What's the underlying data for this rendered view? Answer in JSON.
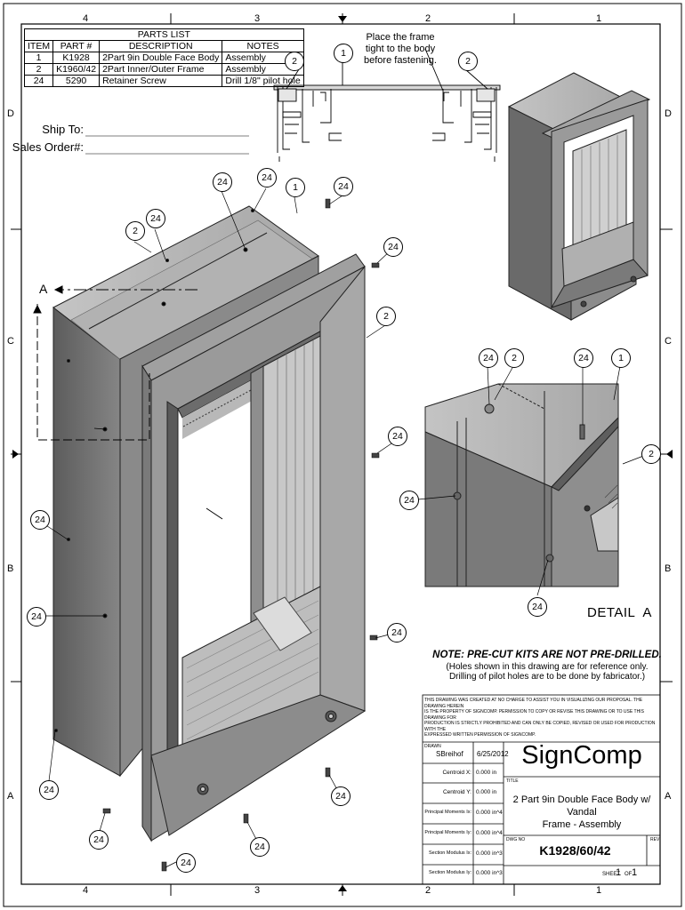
{
  "border": {
    "col_labels": [
      "4",
      "3",
      "2",
      "1"
    ],
    "row_labels": [
      "D",
      "C",
      "B",
      "A"
    ]
  },
  "parts_list": {
    "title": "PARTS LIST",
    "headers": [
      "ITEM",
      "PART #",
      "DESCRIPTION",
      "NOTES"
    ],
    "rows": [
      [
        "1",
        "K1928",
        "2Part 9in Double Face Body",
        "Assembly"
      ],
      [
        "2",
        "K1960/42",
        "2Part Inner/Outer Frame",
        "Assembly"
      ],
      [
        "24",
        "5290",
        "Retainer Screw",
        "Drill 1/8\" pilot hole"
      ]
    ]
  },
  "ship_to_label": "Ship To:",
  "sales_order_label": "Sales Order#:",
  "section_note": {
    "line1": "Place the frame",
    "line2": "tight to the body",
    "line3": "before fastening."
  },
  "section_marker": "A",
  "callouts": {
    "one": "1",
    "two": "2",
    "screw": "24"
  },
  "detail_label": "DETAIL  A",
  "note": {
    "heading": "NOTE: PRE-CUT KITS ARE NOT PRE-DRILLED.",
    "line1": "(Holes shown in this drawing are for reference only.",
    "line2": "Drilling of pilot holes are to be done by fabricator.)"
  },
  "title_block": {
    "disclaimer": [
      "THIS DRAWING WAS CREATED AT NO CHARGE TO ASSIST YOU IN VISUALIZING OUR PROPOSAL.  THE DRAWING HEREIN",
      "IS THE PROPERTY OF SIGNCOMP.  PERMISSION TO COPY OR REVISE THIS DRAWING OR TO USE THIS DRAWING FOR",
      "PRODUCTION IS STRICTLY PROHIBITED AND CAN ONLY BE COPIED, REVISED OR USED FOR PRODUCTION WITH THE",
      "EXPRESSED WRITTEN PERMISSION OF SIGNCOMP."
    ],
    "drawn_label": "DRAWN",
    "drawn_by": "SBreihof",
    "date": "6/25/2012",
    "company": "SignComp",
    "title_label": "TITLE",
    "title_line1": "2 Part 9in Double Face Body w/ Vandal",
    "title_line2": "Frame - Assembly",
    "dwg_label": "DWG NO",
    "dwg_no": "K1928/60/42",
    "rev_label": "REV",
    "sheet_label": "SHEET",
    "sheet_no": "1",
    "of_label": "OF",
    "sheet_total": "1",
    "props": [
      {
        "label": "Centroid X:",
        "value": "0.000 in"
      },
      {
        "label": "Centroid Y:",
        "value": "0.000 in"
      },
      {
        "label": "Principal Moments Ix:",
        "value": "0.000 in^4"
      },
      {
        "label": "Principal Moments Iy:",
        "value": "0.000 in^4"
      },
      {
        "label": "Section Modulus Ix:",
        "value": "0.000 in^3"
      },
      {
        "label": "Section Modulus Iy:",
        "value": "0.000 in^3"
      }
    ]
  }
}
